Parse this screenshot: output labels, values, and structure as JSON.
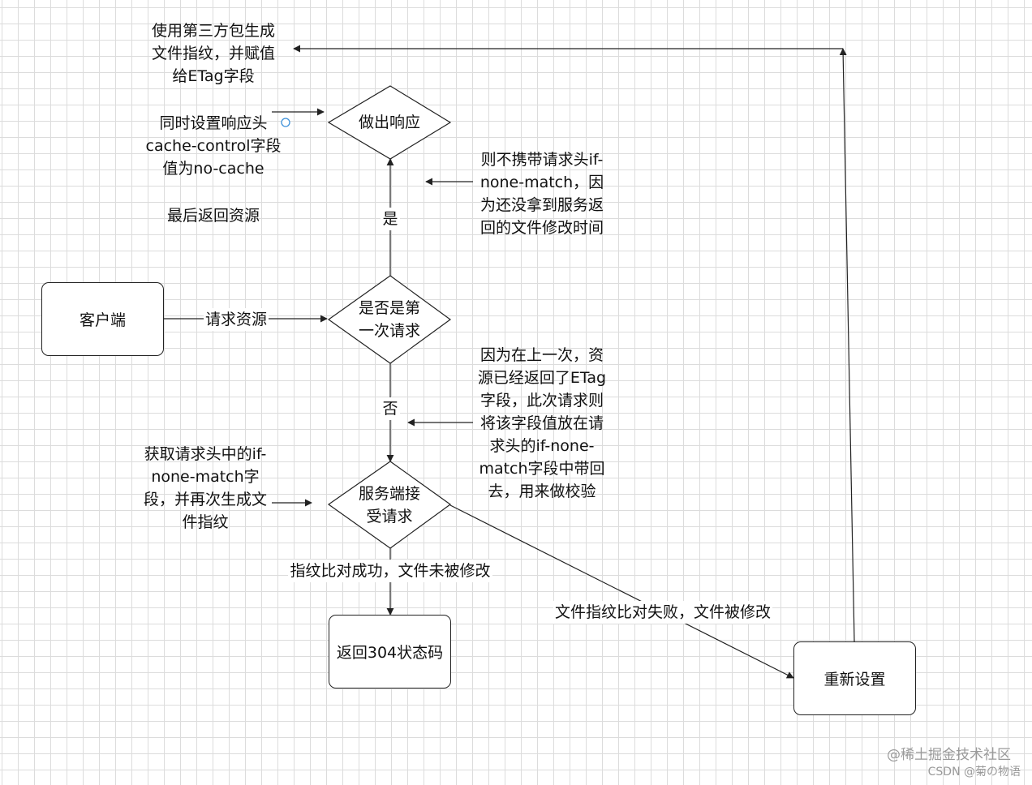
{
  "nodes": {
    "client": "客户端",
    "first_request_decision": [
      "是否是第",
      "一次请求"
    ],
    "respond_decision": "做出响应",
    "server_receive_decision": [
      "服务端接",
      "受请求"
    ],
    "return_304": "返回304状态码",
    "reset": "重新设置"
  },
  "edge_labels": {
    "request_resource": "请求资源",
    "yes": "是",
    "no": "否",
    "match_success": "指纹比对成功，文件未被修改",
    "match_fail": "文件指纹比对失败，文件被修改"
  },
  "notes": {
    "generate_etag": [
      "使用第三方包生成",
      "文件指纹，并赋值",
      "给ETag字段"
    ],
    "cache_control": [
      "同时设置响应头",
      "cache-control字段",
      "值为no-cache"
    ],
    "return_resource": "最后返回资源",
    "no_if_none_match": [
      "则不携带请求头if-",
      "none-match，因",
      "为还没拿到服务返",
      "回的文件修改时间"
    ],
    "etag_returned": [
      "因为在上一次，资",
      "源已经返回了ETag",
      "字段，此次请求则",
      "将该字段值放在请",
      "求头的if-none-",
      "match字段中带回",
      "去，用来做校验"
    ],
    "server_fingerprint": [
      "获取请求头中的if-",
      "none-match字",
      "段，并再次生成文",
      "件指纹"
    ]
  },
  "watermark": {
    "line1": "@稀土掘金技术社区",
    "line2": "CSDN @菊の物语"
  },
  "colors": {
    "line": "#222222",
    "grid": "#dcdcdc",
    "handle": "#3b8fd9",
    "watermark": "#9a9a9a"
  }
}
